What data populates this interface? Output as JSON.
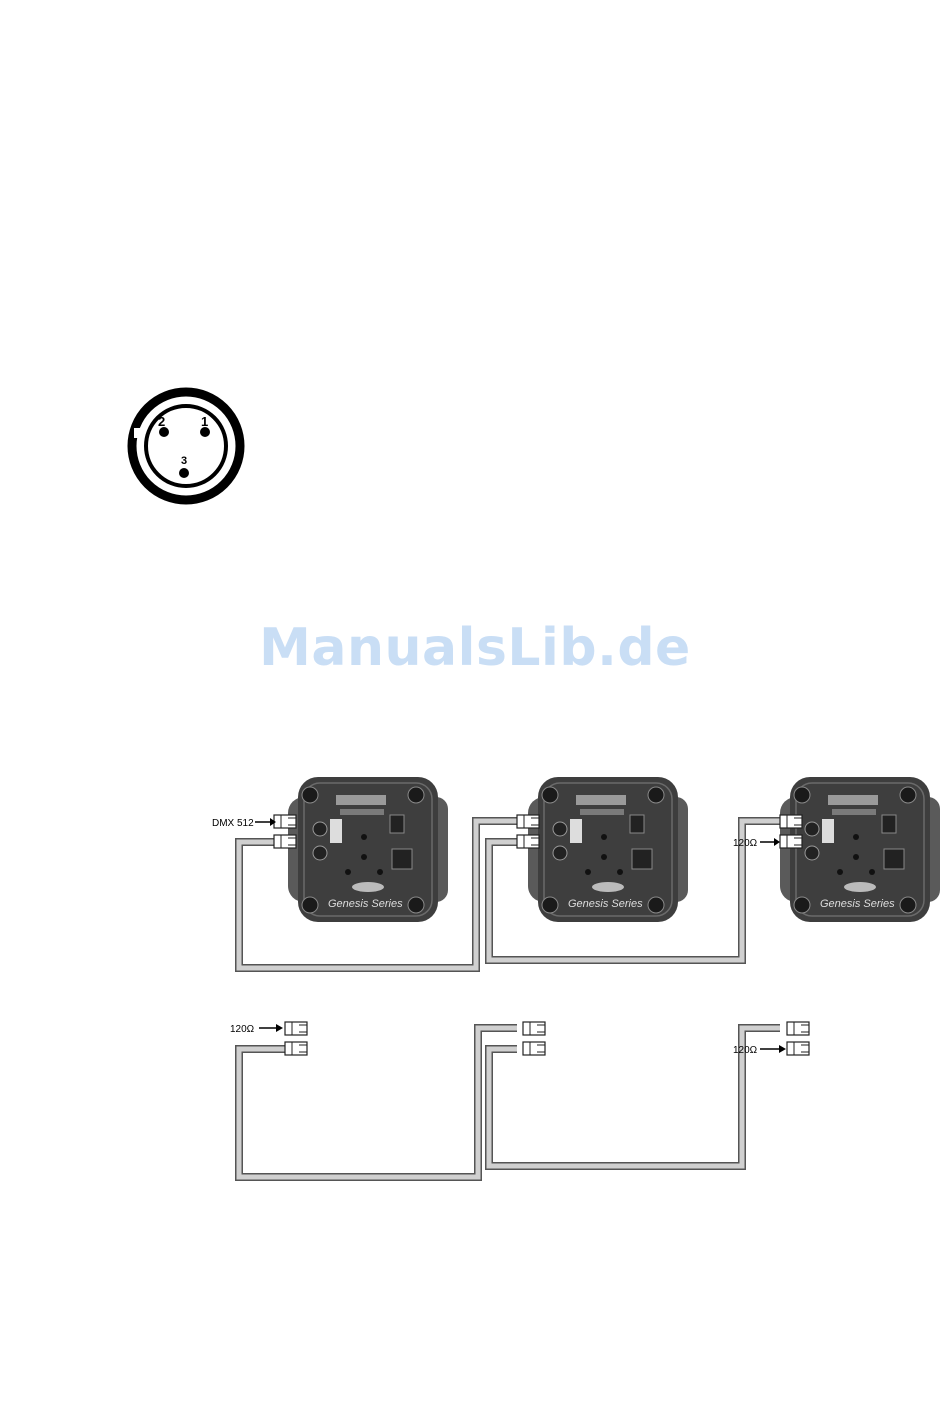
{
  "xlr_connector": {
    "pins": [
      {
        "label": "2"
      },
      {
        "label": "1"
      },
      {
        "label": "3"
      }
    ]
  },
  "watermark": {
    "text": "ManualsLib.de"
  },
  "fixtures": [
    {
      "brand": "Genesis Series"
    },
    {
      "brand": "Genesis Series"
    },
    {
      "brand": "Genesis Series"
    }
  ],
  "labels": {
    "dmx_input": "DMX 512",
    "terminator_top": "120Ω",
    "terminator_bottom_left": "120Ω",
    "terminator_bottom_right": "120Ω"
  },
  "colors": {
    "cable_fill": "#d0d0d0",
    "cable_outline": "#555555",
    "fixture_body": "#3e3e3e",
    "watermark": "#c9def5"
  }
}
